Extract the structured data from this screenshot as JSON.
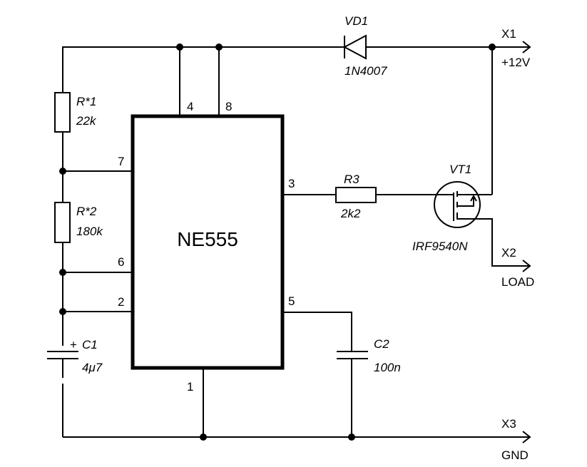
{
  "schematic": {
    "ic": {
      "name": "NE555",
      "pins": {
        "p1": "1",
        "p2": "2",
        "p3": "3",
        "p4": "4",
        "p5": "5",
        "p6": "6",
        "p7": "7",
        "p8": "8"
      }
    },
    "diode": {
      "ref": "VD1",
      "value": "1N4007"
    },
    "r1": {
      "ref": "R*1",
      "value": "22k"
    },
    "r2": {
      "ref": "R*2",
      "value": "180k"
    },
    "r3": {
      "ref": "R3",
      "value": "2k2"
    },
    "c1": {
      "ref": "C1",
      "value": "4μ7",
      "polarity": "+"
    },
    "c2": {
      "ref": "C2",
      "value": "100n"
    },
    "transistor": {
      "ref": "VT1",
      "value": "IRF9540N"
    },
    "connectors": {
      "x1": {
        "ref": "X1",
        "label": "+12V"
      },
      "x2": {
        "ref": "X2",
        "label": "LOAD"
      },
      "x3": {
        "ref": "X3",
        "label": "GND"
      }
    }
  }
}
